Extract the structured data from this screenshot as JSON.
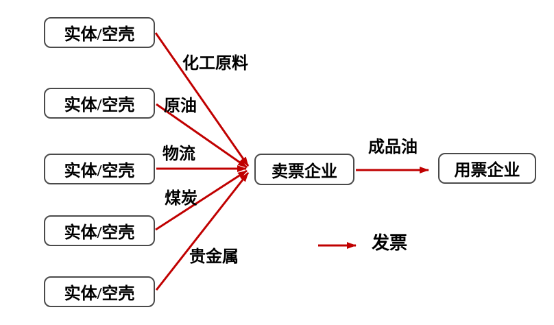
{
  "colors": {
    "arrow": "#c00000",
    "box_border": "#4a4a4a",
    "text": "#000000",
    "background": "#ffffff"
  },
  "source_boxes": [
    {
      "label": "实体/空壳"
    },
    {
      "label": "实体/空壳"
    },
    {
      "label": "实体/空壳"
    },
    {
      "label": "实体/空壳"
    },
    {
      "label": "实体/空壳"
    }
  ],
  "flow_labels": [
    {
      "text": "化工原料"
    },
    {
      "text": "原油"
    },
    {
      "text": "物流"
    },
    {
      "text": "煤炭"
    },
    {
      "text": "贵金属"
    }
  ],
  "seller_box": {
    "label": "卖票企业"
  },
  "buyer_box": {
    "label": "用票企业"
  },
  "product_flow_label": "成品油",
  "legend": {
    "label": "发票"
  }
}
